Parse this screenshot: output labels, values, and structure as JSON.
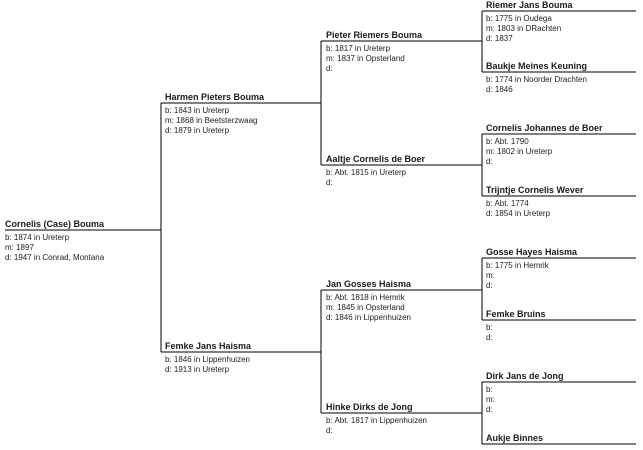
{
  "people": [
    {
      "id": "p0",
      "name": "Cornelis (Case) Bouma",
      "lines": [
        "b: 1874 in Ureterp",
        "m:  1897",
        "d: 1947 in Conrad, Montana"
      ]
    },
    {
      "id": "p1",
      "name": "Harmen Pieters Bouma",
      "lines": [
        "b: 1843 in Ureterp",
        "m: 1868 in Beetsterzwaag",
        "d: 1879 in Ureterp"
      ]
    },
    {
      "id": "p2",
      "name": "Femke Jans Haisma",
      "lines": [
        "b: 1846 in Lippenhuizen",
        "d: 1913 in Ureterp"
      ]
    },
    {
      "id": "p3",
      "name": "Pieter Riemers Bouma",
      "lines": [
        "b: 1817 in Ureterp",
        "m: 1837 in Opsterland",
        "d:"
      ]
    },
    {
      "id": "p4",
      "name": "Aaltje Cornelis de Boer",
      "lines": [
        "b: Abt. 1815 in Ureterp",
        "d:"
      ]
    },
    {
      "id": "p5",
      "name": "Jan Gosses Haisma",
      "lines": [
        "b: Abt. 1818 in Hemrik",
        "m: 1845 in Opsterland",
        "d: 1846 in Lippenhuizen"
      ]
    },
    {
      "id": "p6",
      "name": "Hinke Dirks de Jong",
      "lines": [
        "b: Abt. 1817 in Lippenhuizen",
        "d:"
      ]
    },
    {
      "id": "p7",
      "name": "Riemer Jans Bouma",
      "lines": [
        "b: 1775 in Oudega",
        "m: 1803 in DRachten",
        "d: 1837"
      ]
    },
    {
      "id": "p8",
      "name": "Baukje Meines Keuning",
      "lines": [
        "b: 1774 in Noorder Drachten",
        "d: 1846"
      ]
    },
    {
      "id": "p9",
      "name": "Cornelis Johannes de Boer",
      "lines": [
        "b: Abt. 1790",
        "m: 1802 in Ureterp",
        "d:"
      ]
    },
    {
      "id": "p10",
      "name": "Trijntje Cornelis Wever",
      "lines": [
        "b: Abt. 1774",
        "d: 1854 in Ureterp"
      ]
    },
    {
      "id": "p11",
      "name": "Gosse Hayes Haisma",
      "lines": [
        "b: 1775 in Hemrik",
        "m:",
        "d:"
      ]
    },
    {
      "id": "p12",
      "name": "Femke Bruins",
      "lines": [
        "b:",
        "d:"
      ]
    },
    {
      "id": "p13",
      "name": "Dirk Jans de Jong",
      "lines": [
        "b:",
        "m:",
        "d:"
      ]
    },
    {
      "id": "p14",
      "name": "Aukje Binnes",
      "lines": []
    }
  ]
}
